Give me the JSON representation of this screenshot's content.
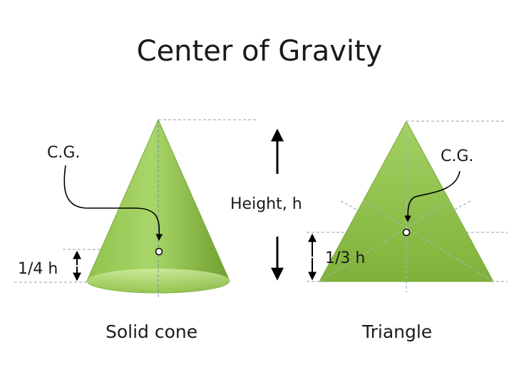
{
  "title": "Center of Gravity",
  "cone": {
    "cg_label": "C.G.",
    "fraction_label": "1/4 h",
    "caption": "Solid cone"
  },
  "triangle": {
    "cg_label": "C.G.",
    "fraction_label": "1/3 h",
    "caption": "Triangle"
  },
  "height_label": "Height, h",
  "colors": {
    "shape_fill_top": "#a9d66a",
    "shape_fill_bottom": "#6fa82c",
    "guide_line": "#8aa0b4",
    "arrow": "#000000"
  }
}
